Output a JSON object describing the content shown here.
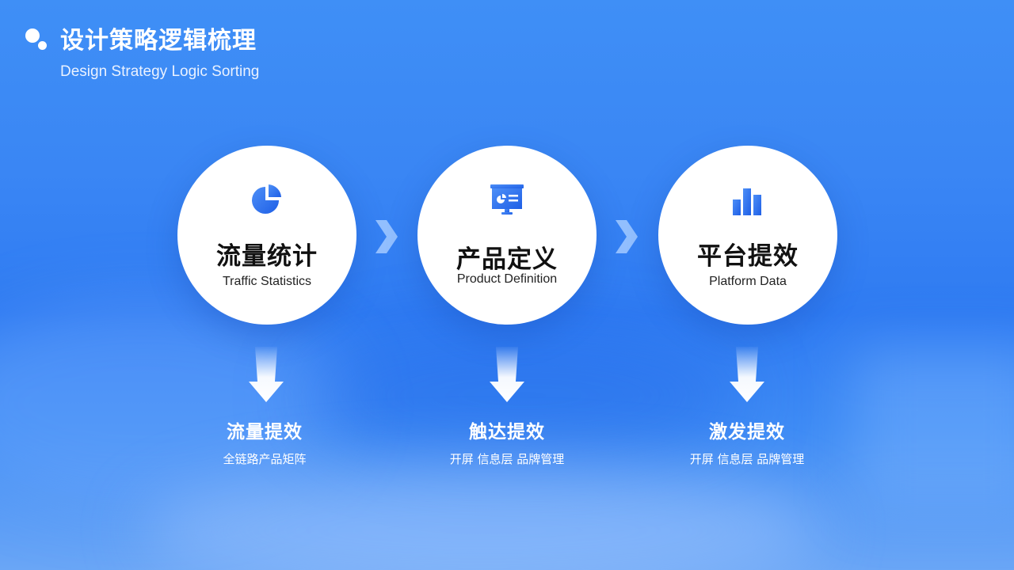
{
  "header": {
    "title": "设计策略逻辑梳理",
    "subtitle": "Design Strategy Logic Sorting"
  },
  "colors": {
    "background": "#3a86f4",
    "circle": "#ffffff",
    "icon_blue": "#2f6ff0",
    "text_dark": "#111111",
    "text_light": "#ffffff"
  },
  "steps": [
    {
      "icon": "pie-chart-icon",
      "title": "流量统计",
      "subtitle": "Traffic Statistics",
      "result_title": "流量提效",
      "result_desc": "全链路产品矩阵"
    },
    {
      "icon": "presentation-board-icon",
      "title": "产品定义",
      "subtitle": "Product Definition",
      "result_title": "触达提效",
      "result_desc": "开屏 信息层 品牌管理"
    },
    {
      "icon": "bar-chart-icon",
      "title": "平台提效",
      "subtitle": "Platform Data",
      "result_title": "激发提效",
      "result_desc": "开屏 信息层 品牌管理"
    }
  ]
}
